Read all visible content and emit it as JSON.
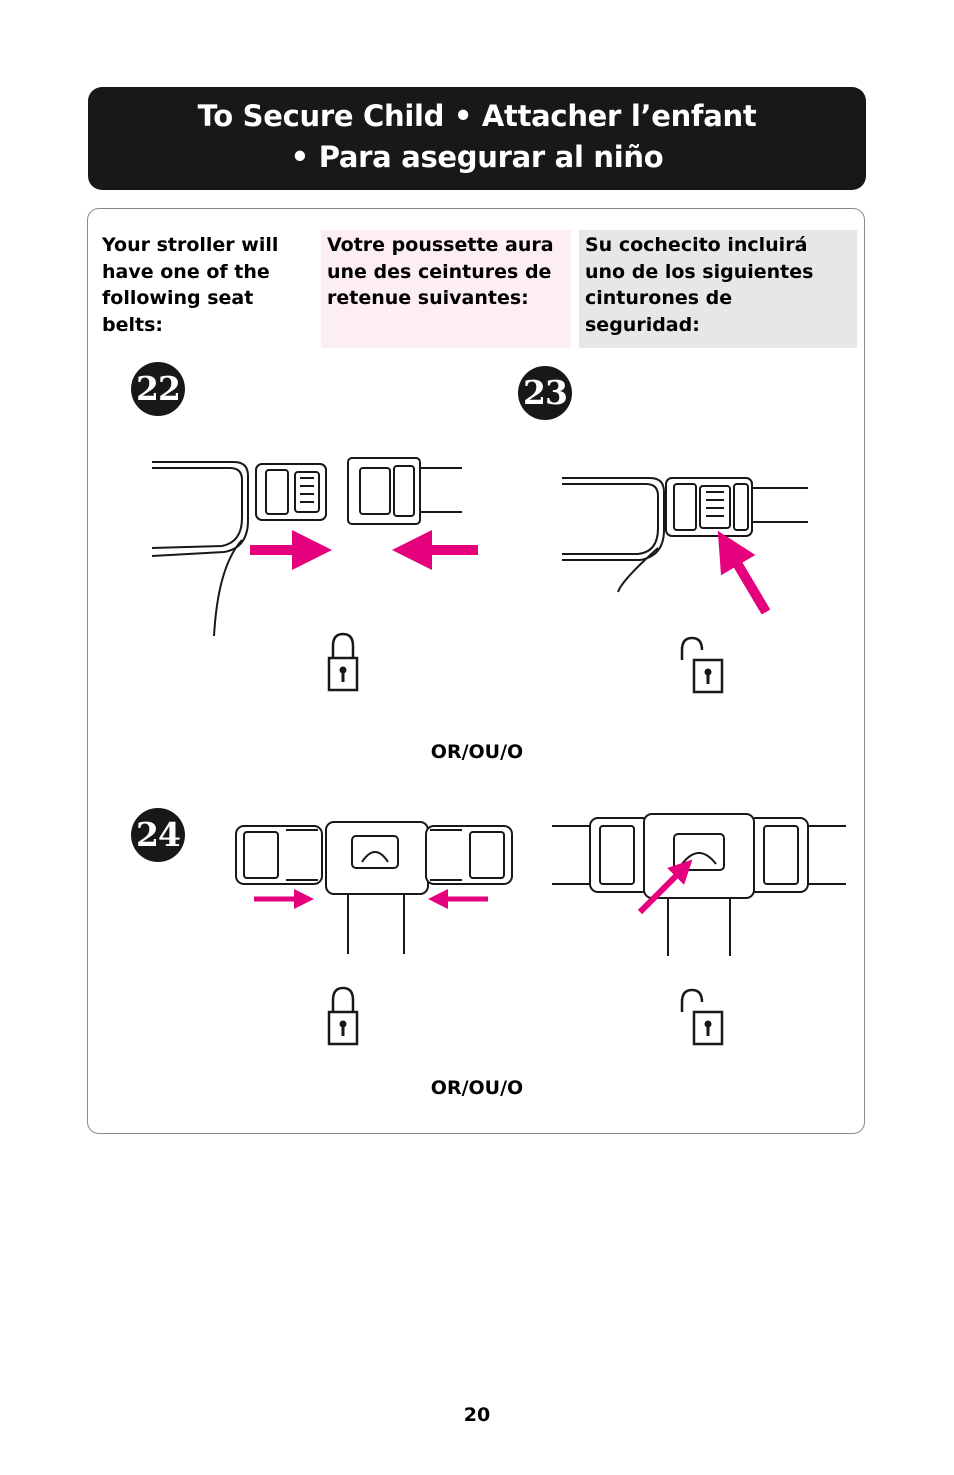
{
  "header": {
    "line1": "To Secure Child  •  Attacher l’enfant",
    "line2": "•  Para asegurar al niño"
  },
  "intro": {
    "en": "Your stroller will have one of the following seat belts:",
    "fr": "Votre poussette aura une des ceintures de retenue suivantes:",
    "es": "Su cochecito incluirá uno de los siguientes cinturones de seguridad:"
  },
  "steps": {
    "s22": "22",
    "s23": "23",
    "s24": "24"
  },
  "separators": {
    "or1": "OR/OU/O",
    "or2": "OR/OU/O"
  },
  "page_number": "20",
  "colors": {
    "accent": "#e5007e",
    "header_bg": "#1a1718",
    "fr_bg": "#fdeef3",
    "es_bg": "#e6e7e7"
  },
  "icons": [
    "lock-closed-icon",
    "lock-open-icon",
    "arrow-icon"
  ]
}
